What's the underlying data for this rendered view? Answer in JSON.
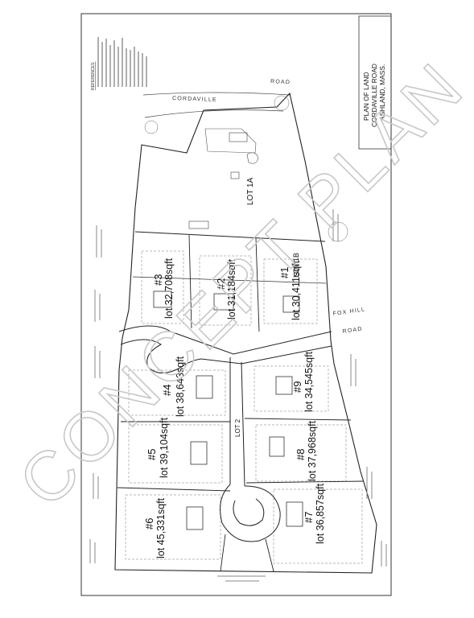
{
  "plan": {
    "title_lines": [
      "PLAN OF LAND",
      "CORDAVILLE ROAD",
      "ASHLAND, MASS."
    ],
    "references_heading": "REFERENCES:",
    "roads": {
      "cordaville": "CORDAVILLE",
      "cordaville_suffix": "ROAD",
      "fox_hill": "FOX HILL",
      "fox_hill_suffix": "ROAD"
    },
    "lot_names": {
      "lot_1a": "LOT 1A",
      "lot_1b": "LOT 1B",
      "lot_2": "LOT 2"
    },
    "watermark": "CONCEPT PLAN"
  },
  "lots": [
    {
      "number": "#1",
      "area": "lot 30,411sqft"
    },
    {
      "number": "#2",
      "area": "lot 31,184sqft"
    },
    {
      "number": "#3",
      "area": "lot 32,708sqft"
    },
    {
      "number": "#4",
      "area": "lot 38,643sqft"
    },
    {
      "number": "#5",
      "area": "lot 39,104sqft"
    },
    {
      "number": "#6",
      "area": "lot 45,331sqft"
    },
    {
      "number": "#7",
      "area": "lot 36,857sqft"
    },
    {
      "number": "#8",
      "area": "lot 37,968sqft"
    },
    {
      "number": "#9",
      "area": "lot 34,545sqft"
    }
  ],
  "colors": {
    "linework": "#222222",
    "lot_text": "#111111",
    "watermark": "#c8c8c8"
  }
}
